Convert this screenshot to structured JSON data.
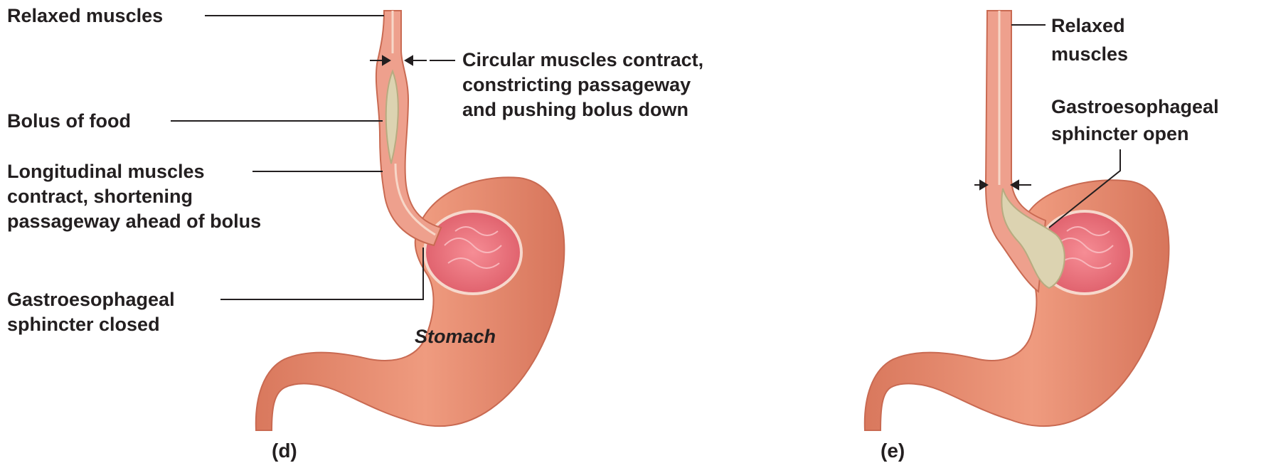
{
  "panel_d": {
    "tag": "(d)",
    "relaxed_muscles": "Relaxed muscles",
    "circular_1": "Circular muscles contract,",
    "circular_2": "constricting passageway",
    "circular_3": "and pushing bolus down",
    "bolus": "Bolus of food",
    "longitudinal_1": "Longitudinal muscles",
    "longitudinal_2": "contract, shortening",
    "longitudinal_3": "passageway ahead of bolus",
    "sphincter_1": "Gastroesophageal",
    "sphincter_2": "sphincter closed",
    "stomach": "Stomach"
  },
  "panel_e": {
    "tag": "(e)",
    "relaxed_1": "Relaxed",
    "relaxed_2": "muscles",
    "sphincter_1": "Gastroesophageal",
    "sphincter_2": "sphincter open"
  },
  "colors": {
    "stomach_outer": "#e58a6e",
    "stomach_inner": "#f1a59a",
    "mucosa": "#ec6f77",
    "bolus": "#d9d0ad",
    "label_text": "#231f20"
  }
}
